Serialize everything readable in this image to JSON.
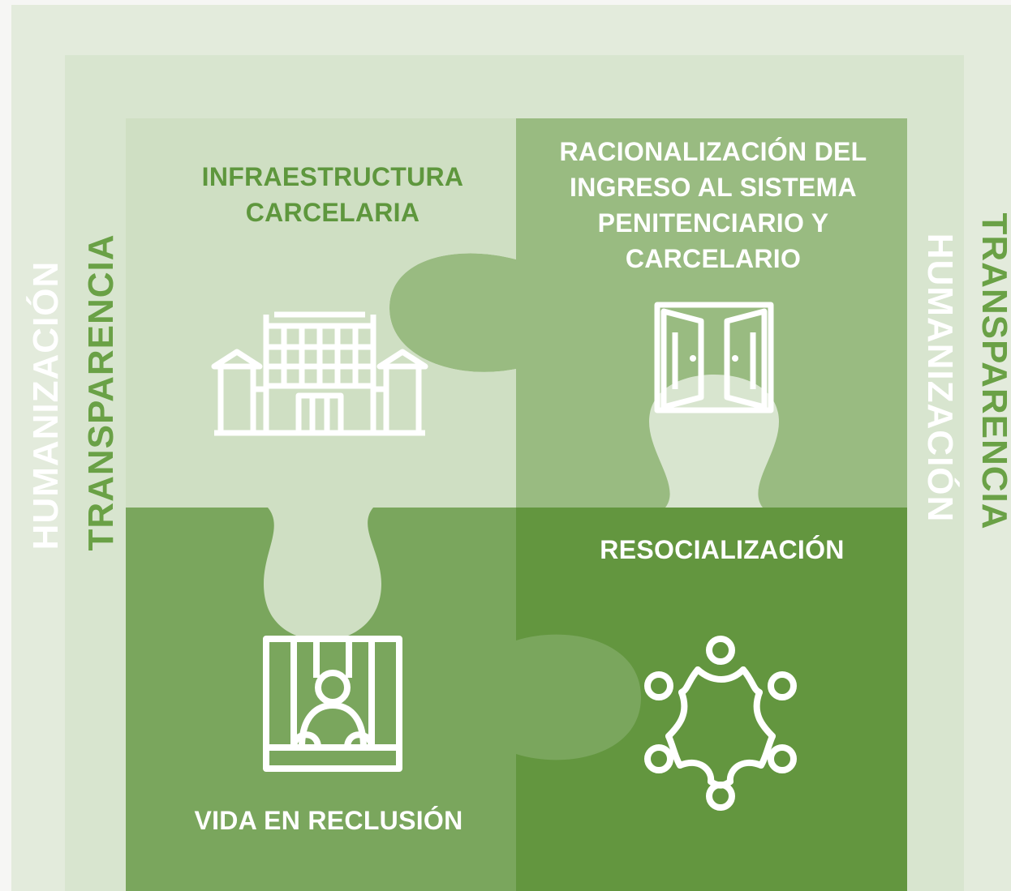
{
  "frame_labels": {
    "left_outer": "HUMANIZACIÓN",
    "left_inner": "TRANSPARENCIA",
    "right_inner": "HUMANIZACIÓN",
    "right_outer": "TRANSPARENCIA"
  },
  "pieces": [
    {
      "title": "INFRAESTRUCTURA\nCARCELARIA",
      "icon": "prison-building-icon",
      "color": "#cfdfc3"
    },
    {
      "title": "RACIONALIZACIÓN DEL\nINGRESO AL SISTEMA\nPENITENCIARIO Y\nCARCELARIO",
      "icon": "open-door-icon",
      "color": "#99bb81"
    },
    {
      "title": "VIDA EN RECLUSIÓN",
      "icon": "prisoner-behind-bars-icon",
      "color": "#7aa65d"
    },
    {
      "title": "RESOCIALIZACIÓN",
      "icon": "community-circle-icon",
      "color": "#63963f"
    }
  ],
  "colors": {
    "outer_frame": "#e3ebdc",
    "inner_frame": "#d8e5cf",
    "accent_text": "#5e973d",
    "label_green": "#6aa146"
  }
}
